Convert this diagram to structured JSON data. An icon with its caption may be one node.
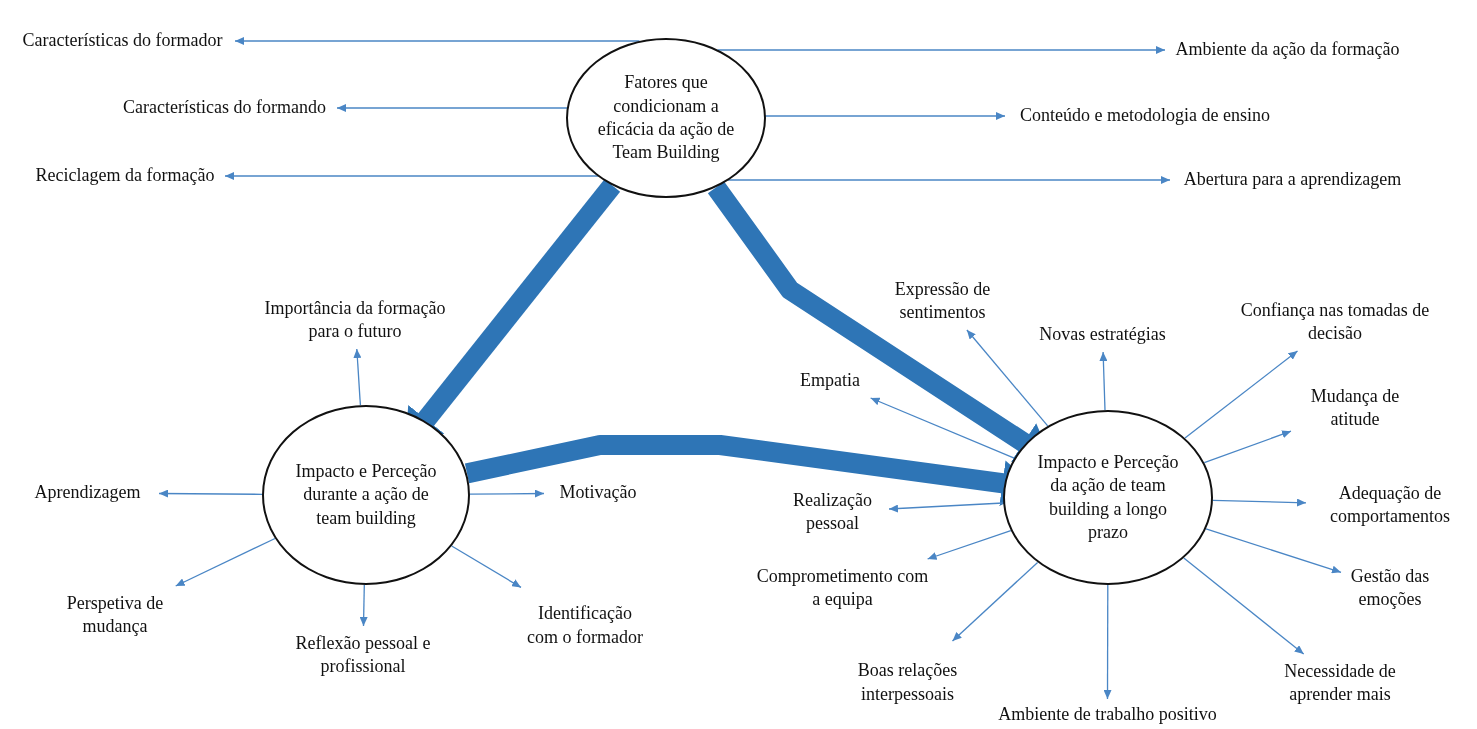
{
  "diagram": {
    "nodes": [
      {
        "text": [
          "Fatores que condicionam a eficácia da ação de Team Building"
        ]
      },
      {
        "text": [
          "Características do formador"
        ]
      },
      {
        "text": [
          "Características do formando"
        ]
      },
      {
        "text": [
          "Reciclagem da formação"
        ]
      },
      {
        "text": [
          "Ambiente da ação da formação"
        ]
      },
      {
        "text": [
          "Conteúdo e metodologia de ensino"
        ]
      },
      {
        "text": [
          "Abertura para a aprendizagem"
        ]
      },
      {
        "text": [
          "Impacto e Perceção durante a ação de team building"
        ]
      },
      {
        "text": [
          "Importância da formação para o futuro"
        ]
      },
      {
        "text": [
          "Aprendizagem"
        ]
      },
      {
        "text": [
          "Motivação"
        ]
      },
      {
        "text": [
          "Perspetiva de mudança"
        ]
      },
      {
        "text": [
          "Reflexão pessoal e profissional"
        ]
      },
      {
        "text": [
          "Identificação com o formador"
        ]
      },
      {
        "text": [
          "Impacto e Perceção da ação de team building a longo prazo"
        ]
      },
      {
        "text": [
          "Expressão de sentimentos"
        ]
      },
      {
        "text": [
          "Novas estratégias"
        ]
      },
      {
        "text": [
          "Confiança nas tomadas de decisão"
        ]
      },
      {
        "text": [
          "Empatia"
        ]
      },
      {
        "text": [
          "Mudança de atitude"
        ]
      },
      {
        "text": [
          "Realização pessoal"
        ]
      },
      {
        "text": [
          "Adequação de comportamentos"
        ]
      },
      {
        "text": [
          "Comprometimento com a equipa"
        ]
      },
      {
        "text": [
          "Gestão das emoções"
        ]
      },
      {
        "text": [
          "Boas relações interpessoais"
        ]
      },
      {
        "text": [
          "Necessidade de aprender mais"
        ]
      },
      {
        "text": [
          "Ambiente de trabalho positivo"
        ]
      }
    ],
    "edges": [
      {
        "from": 0,
        "to": 1,
        "arrow": "to"
      },
      {
        "from": 0,
        "to": 2,
        "arrow": "to"
      },
      {
        "from": 0,
        "to": 3,
        "arrow": "to"
      },
      {
        "from": 0,
        "to": 4,
        "arrow": "to"
      },
      {
        "from": 0,
        "to": 5,
        "arrow": "to"
      },
      {
        "from": 0,
        "to": 6,
        "arrow": "to"
      },
      {
        "from": 0,
        "to": 7,
        "arrow": "to",
        "style": "thick",
        "color": "#2e75b6"
      },
      {
        "from": 0,
        "to": 14,
        "arrow": "to",
        "style": "thick",
        "color": "#2e75b6"
      },
      {
        "from": 7,
        "to": 14,
        "arrow": "to",
        "style": "thick",
        "color": "#2e75b6"
      },
      {
        "from": 7,
        "to": 8,
        "arrow": "to"
      },
      {
        "from": 7,
        "to": 9,
        "arrow": "to"
      },
      {
        "from": 7,
        "to": 10,
        "arrow": "to"
      },
      {
        "from": 7,
        "to": 11,
        "arrow": "to"
      },
      {
        "from": 7,
        "to": 12,
        "arrow": "to"
      },
      {
        "from": 7,
        "to": 13,
        "arrow": "to"
      },
      {
        "from": 14,
        "to": 15,
        "arrow": "to"
      },
      {
        "from": 14,
        "to": 16,
        "arrow": "to"
      },
      {
        "from": 14,
        "to": 17,
        "arrow": "to"
      },
      {
        "from": 14,
        "to": 18,
        "arrow": "to"
      },
      {
        "from": 14,
        "to": 19,
        "arrow": "to"
      },
      {
        "from": 14,
        "to": 20,
        "arrow": "to"
      },
      {
        "from": 14,
        "to": 21,
        "arrow": "to"
      },
      {
        "from": 14,
        "to": 22,
        "arrow": "to"
      },
      {
        "from": 14,
        "to": 23,
        "arrow": "to"
      },
      {
        "from": 14,
        "to": 24,
        "arrow": "to"
      },
      {
        "from": 14,
        "to": 25,
        "arrow": "to"
      },
      {
        "from": 14,
        "to": 26,
        "arrow": "to"
      }
    ]
  }
}
